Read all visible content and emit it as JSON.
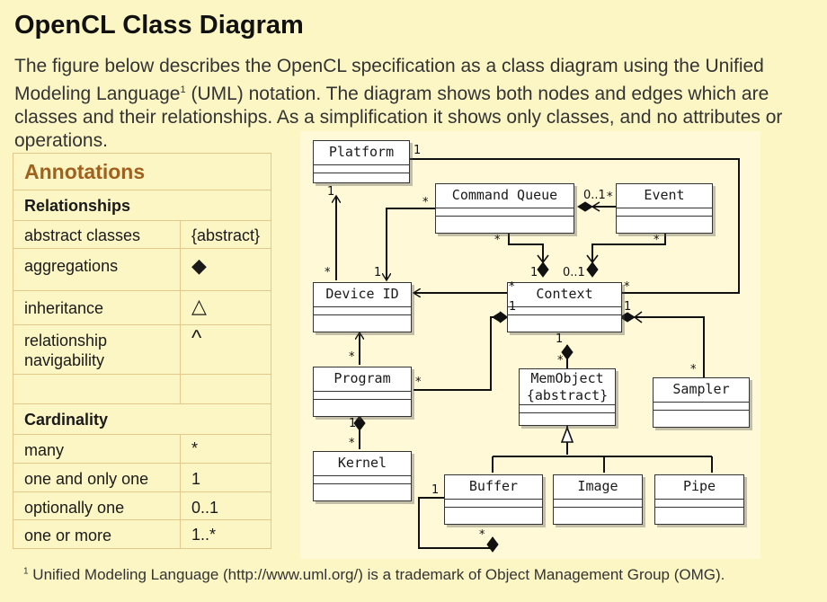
{
  "title": "OpenCL Class Diagram",
  "description": {
    "part1": "The figure below describes the OpenCL specification as a class diagram using the Unified Modeling Language",
    "sup": "1",
    "part2": " (UML) notation. The diagram shows both nodes and edges which are classes and their relationships. As a simplification it shows only classes, and no attributes or operations."
  },
  "annotations": {
    "heading": "Annotations",
    "relationships_heading": "Relationships",
    "relationships": [
      {
        "label": "abstract classes",
        "symbol": "{abstract}"
      },
      {
        "label": "aggregations",
        "symbol": "◆"
      },
      {
        "label": "inheritance",
        "symbol": "△"
      },
      {
        "label": "relationship navigability",
        "symbol": "^"
      }
    ],
    "cardinality_heading": "Cardinality",
    "cardinality": [
      {
        "label": "many",
        "symbol": "*"
      },
      {
        "label": "one and only one",
        "symbol": "1"
      },
      {
        "label": "optionally one",
        "symbol": "0..1"
      },
      {
        "label": "one or more",
        "symbol": "1..*"
      }
    ]
  },
  "classes": {
    "platform": "Platform",
    "command_queue": "Command Queue",
    "event": "Event",
    "device_id": "Device ID",
    "context": "Context",
    "program": "Program",
    "memobject": "MemObject",
    "memobject_abstract": "{abstract}",
    "sampler": "Sampler",
    "kernel": "Kernel",
    "buffer": "Buffer",
    "image": "Image",
    "pipe": "Pipe"
  },
  "multiplicities": {
    "platform_context": "1",
    "platform_device": "1",
    "device_platform": "*",
    "cq_device": "*",
    "device_cq": "1",
    "cq_event": "0..1",
    "event_cq": "*",
    "cq_context": "*",
    "context_cq": "1",
    "event_context": "*",
    "context_event": "0..1",
    "context_device": "*",
    "context_platform": "*",
    "program_context": "*",
    "context_program": "1",
    "context_mem": "1",
    "mem_context": "*",
    "context_sampler": "1",
    "sampler_context": "*",
    "program_device": "*",
    "kernel_program_1": "1",
    "kernel_program_many": "*",
    "buffer_self_1": "1",
    "buffer_self_many": "*"
  },
  "footnote": {
    "sup": "1",
    "text": " Unified Modeling Language (http://www.uml.org/) is a trademark of Object Management Group (OMG)."
  }
}
